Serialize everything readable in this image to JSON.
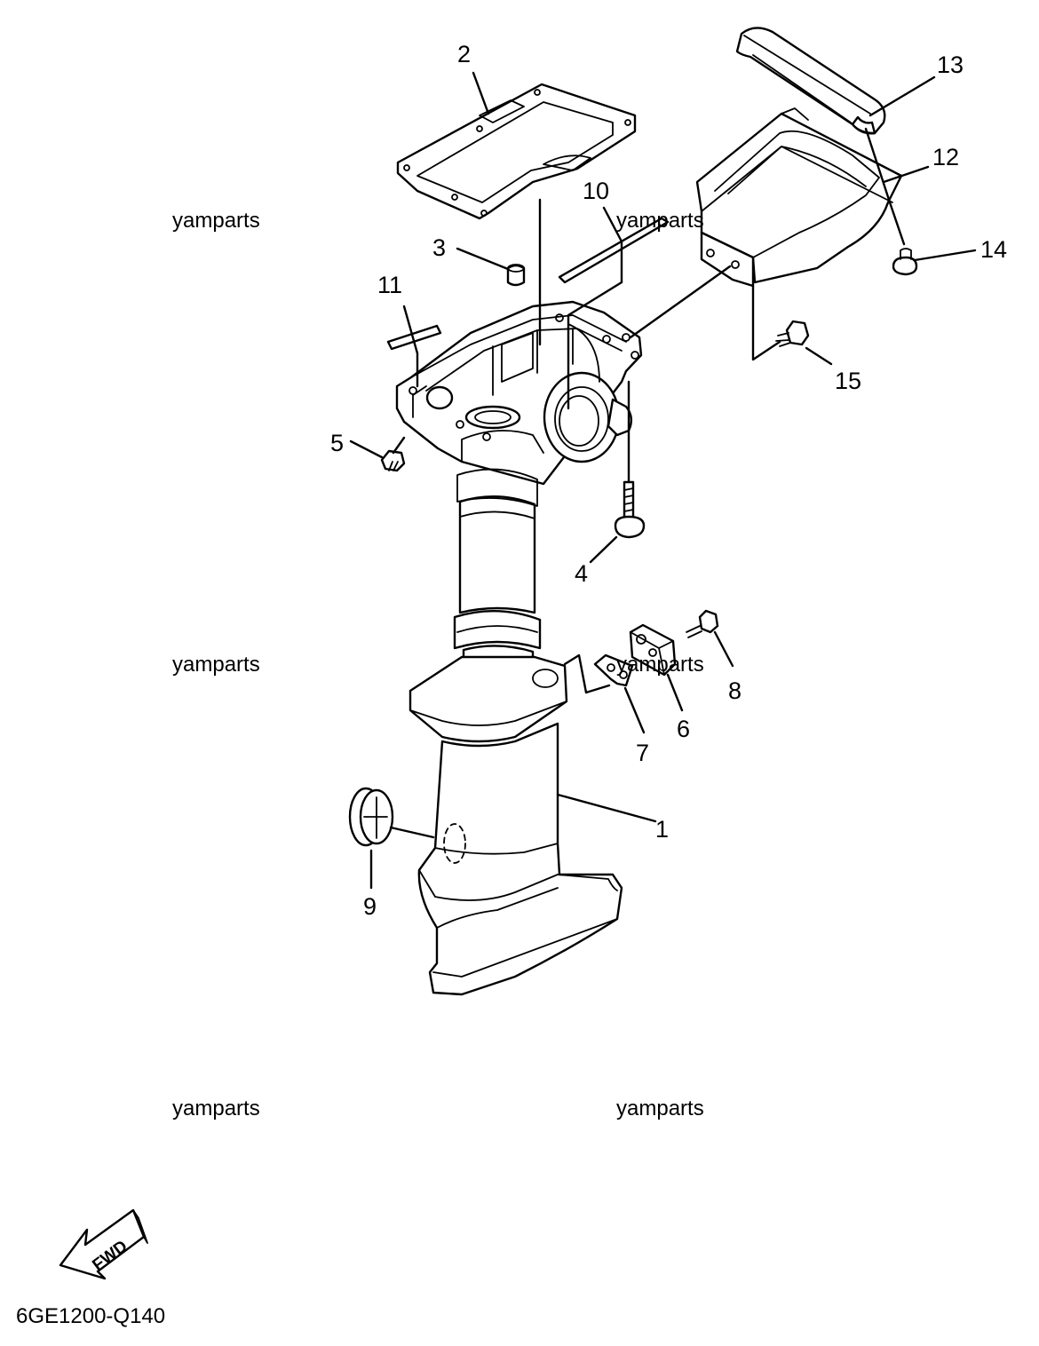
{
  "callouts": {
    "c1": "1",
    "c2": "2",
    "c3": "3",
    "c4": "4",
    "c5": "5",
    "c6": "6",
    "c7": "7",
    "c8": "8",
    "c9": "9",
    "c10": "10",
    "c11": "11",
    "c12": "12",
    "c13": "13",
    "c14": "14",
    "c15": "15"
  },
  "watermarks": {
    "w1": "yamparts",
    "w2": "yamparts",
    "w3": "yamparts",
    "w4": "yamparts",
    "w5": "yamparts",
    "w6": "yamparts"
  },
  "direction_label": "FWD",
  "diagram_code": "6GE1200-Q140"
}
